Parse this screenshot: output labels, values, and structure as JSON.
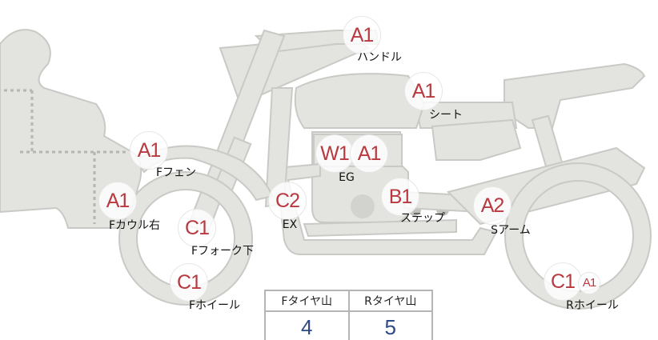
{
  "colors": {
    "part_fill": "#e3e3e0",
    "part_stroke": "#c9c9c6",
    "code": "#b8393f",
    "value": "#2e4a86"
  },
  "parts": [
    {
      "id": "handle",
      "code": "A1",
      "label": "ハンドル"
    },
    {
      "id": "seat",
      "code": "A1",
      "label": "シート"
    },
    {
      "id": "f-fender",
      "code": "A1",
      "label": "Fフェン"
    },
    {
      "id": "engine",
      "codes": [
        "W1",
        "A1"
      ],
      "label": "EG"
    },
    {
      "id": "f-cowl-right",
      "code": "A1",
      "label": "Fカウル右"
    },
    {
      "id": "exhaust",
      "code": "C2",
      "label": "EX"
    },
    {
      "id": "step",
      "code": "B1",
      "label": "ステップ"
    },
    {
      "id": "swingarm",
      "code": "A2",
      "label": "Sアーム"
    },
    {
      "id": "f-fork-lower",
      "code": "C1",
      "label": "Fフォーク下"
    },
    {
      "id": "f-wheel",
      "code": "C1",
      "label": "Fホイール"
    },
    {
      "id": "r-wheel",
      "codes": [
        "C1",
        "A1"
      ],
      "label": "Rホイール"
    }
  ],
  "tread": {
    "headers": [
      "Fタイヤ山",
      "Rタイヤ山"
    ],
    "values": [
      "4",
      "5"
    ]
  }
}
